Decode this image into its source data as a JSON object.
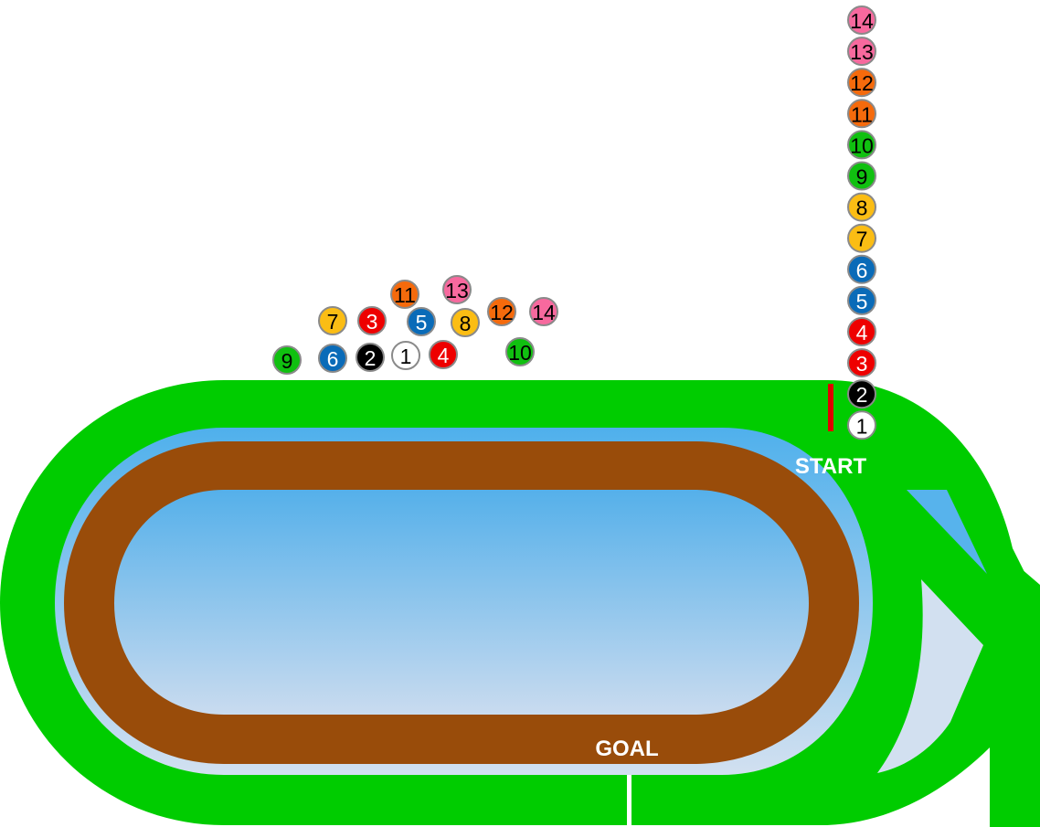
{
  "labels": {
    "start": "START",
    "goal": "GOAL"
  },
  "colors": {
    "turf": "#00cc00",
    "dirt": "#994c0a",
    "water_top": "#4fb0ec",
    "water_bottom": "#d2e0f0",
    "rail_marker": "#e00000",
    "goal_line": "#ffffff"
  },
  "horse_colors": {
    "1": {
      "fill": "#ffffff",
      "text": "#000000"
    },
    "2": {
      "fill": "#000000",
      "text": "#ffffff"
    },
    "3": {
      "fill": "#ee0000",
      "text": "#ffffff"
    },
    "4": {
      "fill": "#ee0000",
      "text": "#ffffff"
    },
    "5": {
      "fill": "#0a6bb8",
      "text": "#ffffff"
    },
    "6": {
      "fill": "#0a6bb8",
      "text": "#ffffff"
    },
    "7": {
      "fill": "#fbbd14",
      "text": "#000000"
    },
    "8": {
      "fill": "#fbbd14",
      "text": "#000000"
    },
    "9": {
      "fill": "#10c010",
      "text": "#000000"
    },
    "10": {
      "fill": "#10c010",
      "text": "#000000"
    },
    "11": {
      "fill": "#f56a0c",
      "text": "#000000"
    },
    "12": {
      "fill": "#f56a0c",
      "text": "#000000"
    },
    "13": {
      "fill": "#f7699e",
      "text": "#000000"
    },
    "14": {
      "fill": "#f7699e",
      "text": "#000000"
    }
  },
  "starting_gate": [
    "14",
    "13",
    "12",
    "11",
    "10",
    "9",
    "8",
    "7",
    "6",
    "5",
    "4",
    "3",
    "2",
    "1"
  ],
  "race_order": [
    "9",
    "6",
    "2",
    "1",
    "4",
    "10",
    "7",
    "3",
    "5",
    "8",
    "11",
    "13",
    "12",
    "14"
  ]
}
